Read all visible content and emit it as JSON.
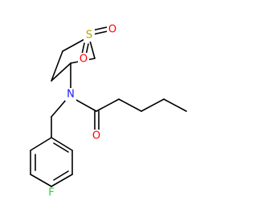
{
  "structure": {
    "atoms": {
      "sulfur": {
        "symbol": "S",
        "color": "#b8a000"
      },
      "sulfonyl_oxygen_right": {
        "symbol": "O",
        "color": "#ff0000"
      },
      "sulfonyl_oxygen_bottom": {
        "symbol": "O",
        "color": "#ff0000"
      },
      "amide_nitrogen": {
        "symbol": "N",
        "color": "#1a1aff"
      },
      "carbonyl_oxygen": {
        "symbol": "O",
        "color": "#ff0000"
      },
      "fluorine": {
        "symbol": "F",
        "color": "#33cc33"
      }
    },
    "bond_color": "#000000"
  }
}
